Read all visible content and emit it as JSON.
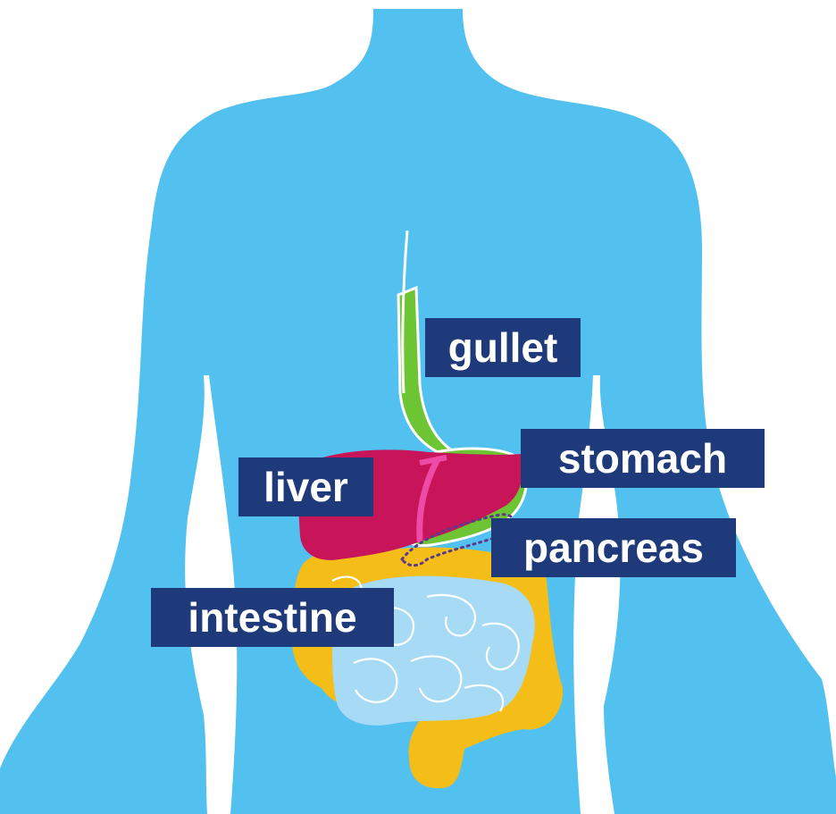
{
  "labels": {
    "gullet": "gullet",
    "stomach": "stomach",
    "liver": "liver",
    "pancreas": "pancreas",
    "intestine": "intestine"
  },
  "colors": {
    "body": "#52c1ef",
    "label_bg": "#1f3a7a",
    "label_text": "#ffffff",
    "gullet": "#6dc533",
    "stomach": "#6dc533",
    "liver": "#c8155a",
    "liver_ligament": "#ee4aa8",
    "pancreas_outline": "#5a3a8a",
    "large_intestine": "#f5bd17",
    "small_intestine": "#a7dbf5",
    "organ_outline": "#ffffff"
  }
}
